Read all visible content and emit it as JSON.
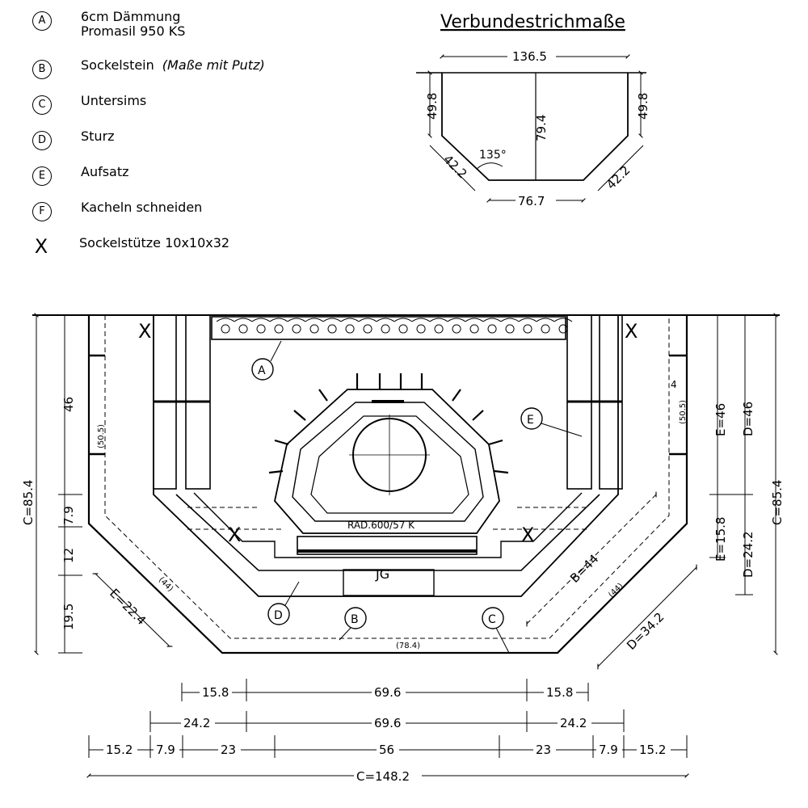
{
  "legend": [
    {
      "marker": "A",
      "lines": [
        "6cm Dämmung",
        "Promasil 950 KS"
      ]
    },
    {
      "marker": "B",
      "lines": [
        "Sockelstein"
      ],
      "note": "(Maße mit Putz)"
    },
    {
      "marker": "C",
      "lines": [
        "Untersims"
      ]
    },
    {
      "marker": "D",
      "lines": [
        "Sturz"
      ]
    },
    {
      "marker": "E",
      "lines": [
        "Aufsatz"
      ]
    },
    {
      "marker": "F",
      "lines": [
        "Kacheln schneiden"
      ]
    },
    {
      "marker": "X",
      "lines": [
        "Sockelstütze 10x10x32"
      ]
    }
  ],
  "inset": {
    "title": "Verbundestrichmaße",
    "top": "136.5",
    "left_side": "49.8",
    "right_side": "49.8",
    "depth": "79.4",
    "left_diag": "42.2",
    "right_diag": "42.2",
    "angle": "135°",
    "bottom": "76.7"
  },
  "plan": {
    "labels": {
      "a": "A",
      "b": "B",
      "c": "C",
      "d": "D",
      "e": "E",
      "x": "X"
    },
    "rad_label": "RAD.600/57 K",
    "fire_label": "JG",
    "small_marks": {
      "left_top": "(50.5)",
      "right_top": "(50.5)",
      "left_mid": "(44)",
      "right_mid": "(44)",
      "bottom": "(78.4)",
      "right_four": "4"
    },
    "left_dims": {
      "c_total": "C=85.4",
      "d46": "46",
      "d79": "7.9",
      "d12": "12",
      "d195": "19.5",
      "e224": "E=22.4"
    },
    "right_dims": {
      "e46": "E=46",
      "d46": "D=46",
      "c_total": "C=85.4",
      "e158": "E=15.8",
      "d242": "D=24.2",
      "b44": "B=44",
      "d342": "D=34.2"
    },
    "bottom_row1": [
      "15.8",
      "69.6",
      "15.8"
    ],
    "bottom_row2": [
      "24.2",
      "69.6",
      "24.2"
    ],
    "bottom_row3": [
      "15.2",
      "7.9",
      "23",
      "56",
      "23",
      "7.9",
      "15.2"
    ],
    "bottom_total": "C=148.2"
  }
}
